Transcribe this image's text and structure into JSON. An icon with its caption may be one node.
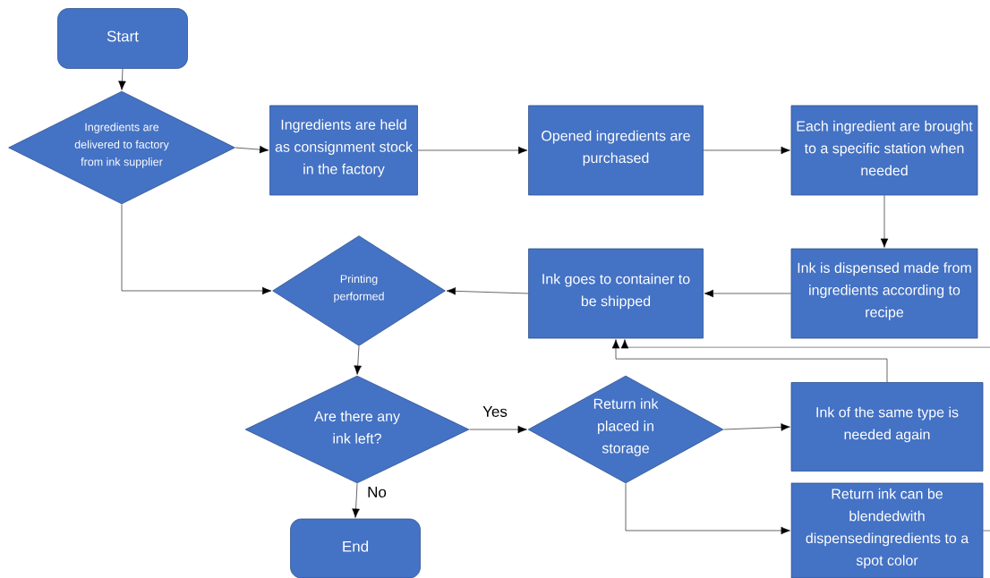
{
  "diagram": {
    "nodes": [
      {
        "text": [
          "Start"
        ]
      },
      {
        "text": [
          "Ingredients are delivered to factory from ink supplier"
        ]
      },
      {
        "text": [
          "Ingredients are held as consignment stock in the factory"
        ]
      },
      {
        "text": [
          "Opened ingredients are purchased"
        ]
      },
      {
        "text": [
          "Each ingredient are brought to a specific station when needed"
        ]
      },
      {
        "text": [
          "Ink is dispensed made from ingredients according to recipe"
        ]
      },
      {
        "text": [
          "Ink goes to container to be shipped"
        ]
      },
      {
        "text": [
          "Printing performed"
        ]
      },
      {
        "text": [
          "Are there any ink left?"
        ]
      },
      {
        "text": [
          "Return ink placed in storage"
        ]
      },
      {
        "text": [
          "End"
        ]
      },
      {
        "text": [
          "Ink of the same type is needed again"
        ]
      },
      {
        "text": [
          "Return ink can be blendedwith dispensedingredients to a spot color"
        ]
      }
    ],
    "edges": [
      {
        "from": 0,
        "to": 1,
        "arrow": "to"
      },
      {
        "from": 1,
        "to": 2,
        "arrow": "to"
      },
      {
        "from": 2,
        "to": 3,
        "arrow": "to"
      },
      {
        "from": 3,
        "to": 4,
        "arrow": "to"
      },
      {
        "from": 4,
        "to": 5,
        "arrow": "to"
      },
      {
        "from": 5,
        "to": 6,
        "arrow": "to"
      },
      {
        "from": 6,
        "to": 7,
        "arrow": "to"
      },
      {
        "from": 1,
        "to": 7,
        "arrow": "to"
      },
      {
        "from": 7,
        "to": 8,
        "arrow": "to"
      },
      {
        "from": 8,
        "to": 9,
        "arrow": "to",
        "label": "Yes"
      },
      {
        "from": 8,
        "to": 10,
        "arrow": "to",
        "label": "No"
      },
      {
        "from": 9,
        "to": 11,
        "arrow": "to"
      },
      {
        "from": 9,
        "to": 12,
        "arrow": "to"
      },
      {
        "from": 11,
        "to": 6,
        "arrow": "to"
      },
      {
        "from": null,
        "to": 6,
        "arrow": "to"
      },
      {
        "from": 12,
        "to": null,
        "arrow": "none"
      }
    ]
  }
}
